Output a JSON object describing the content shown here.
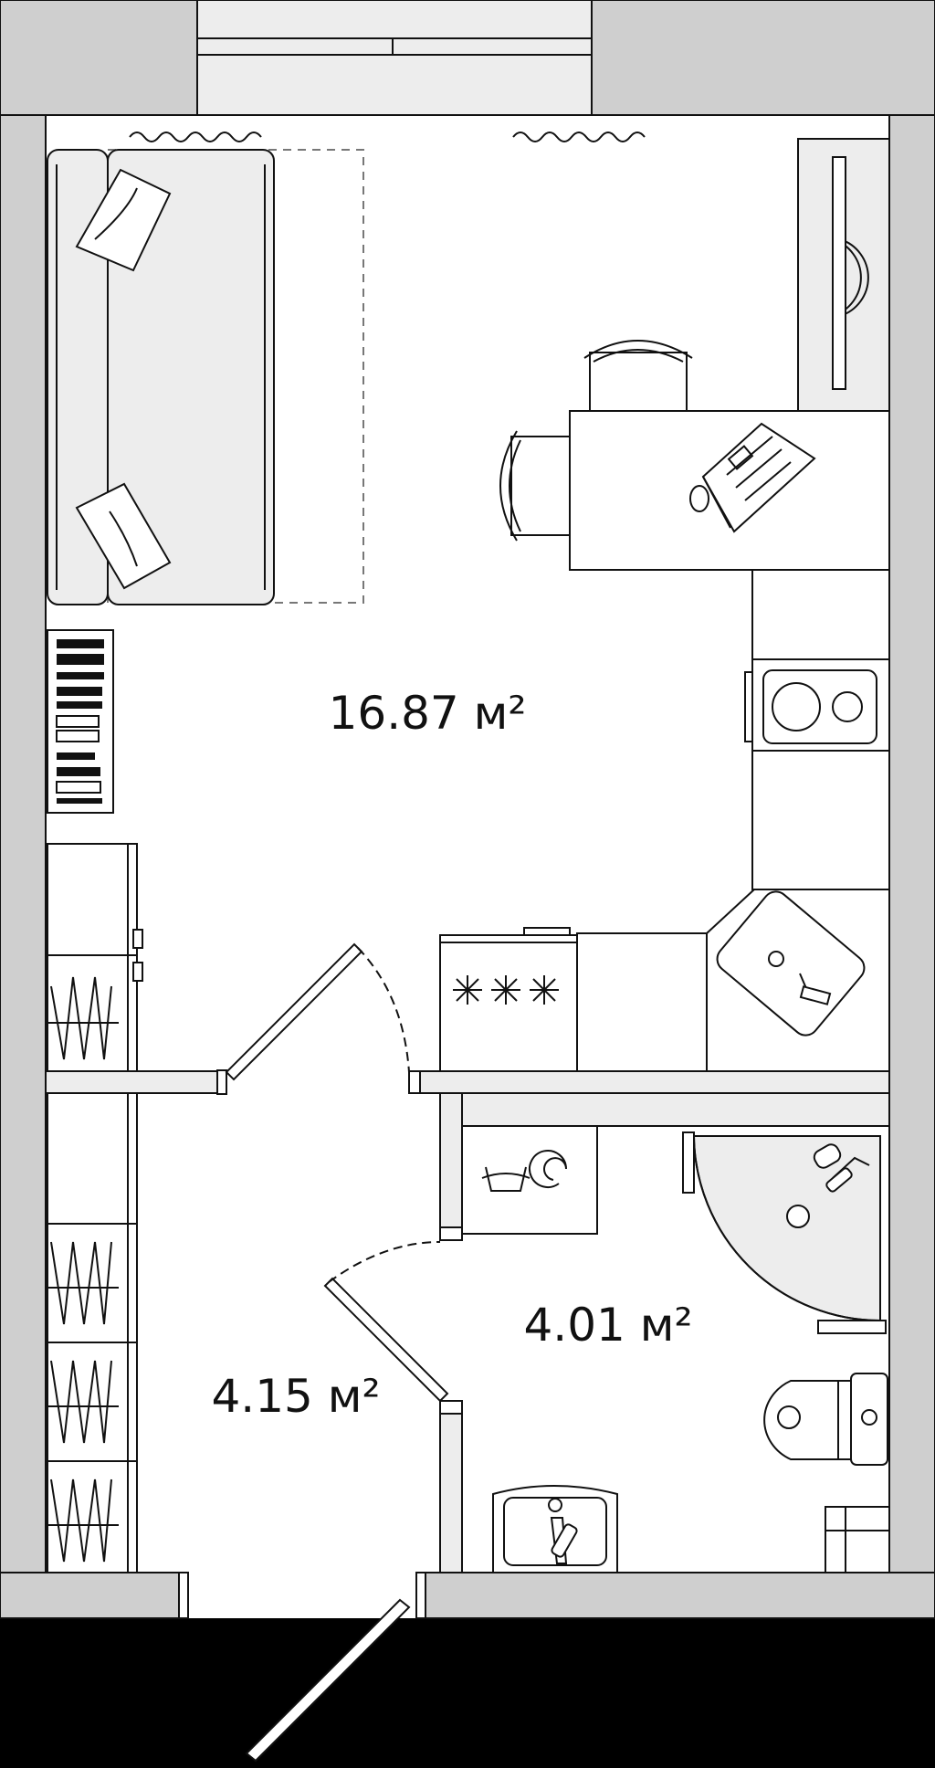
{
  "rooms": [
    {
      "id": "living",
      "area_label": "16.87 м²"
    },
    {
      "id": "bathroom",
      "area_label": "4.01 м²"
    },
    {
      "id": "hallway",
      "area_label": "4.15 м²"
    }
  ],
  "colors": {
    "wall": "#cfcfcf",
    "furniture": "#ededed",
    "line": "#111111",
    "background": "#ffffff",
    "exterior": "#000000"
  },
  "icons": [
    "sofa-icon",
    "pillow-icon",
    "bookshelf-icon",
    "wardrobe-icon",
    "chair-icon",
    "desk-icon",
    "laptop-icon",
    "mouse-icon",
    "tv-icon",
    "hob-icon",
    "stove-icon",
    "sink-icon",
    "washing-machine-icon",
    "shower-icon",
    "toilet-icon",
    "washbasin-icon",
    "door-icon",
    "window-icon",
    "curtain-icon"
  ]
}
